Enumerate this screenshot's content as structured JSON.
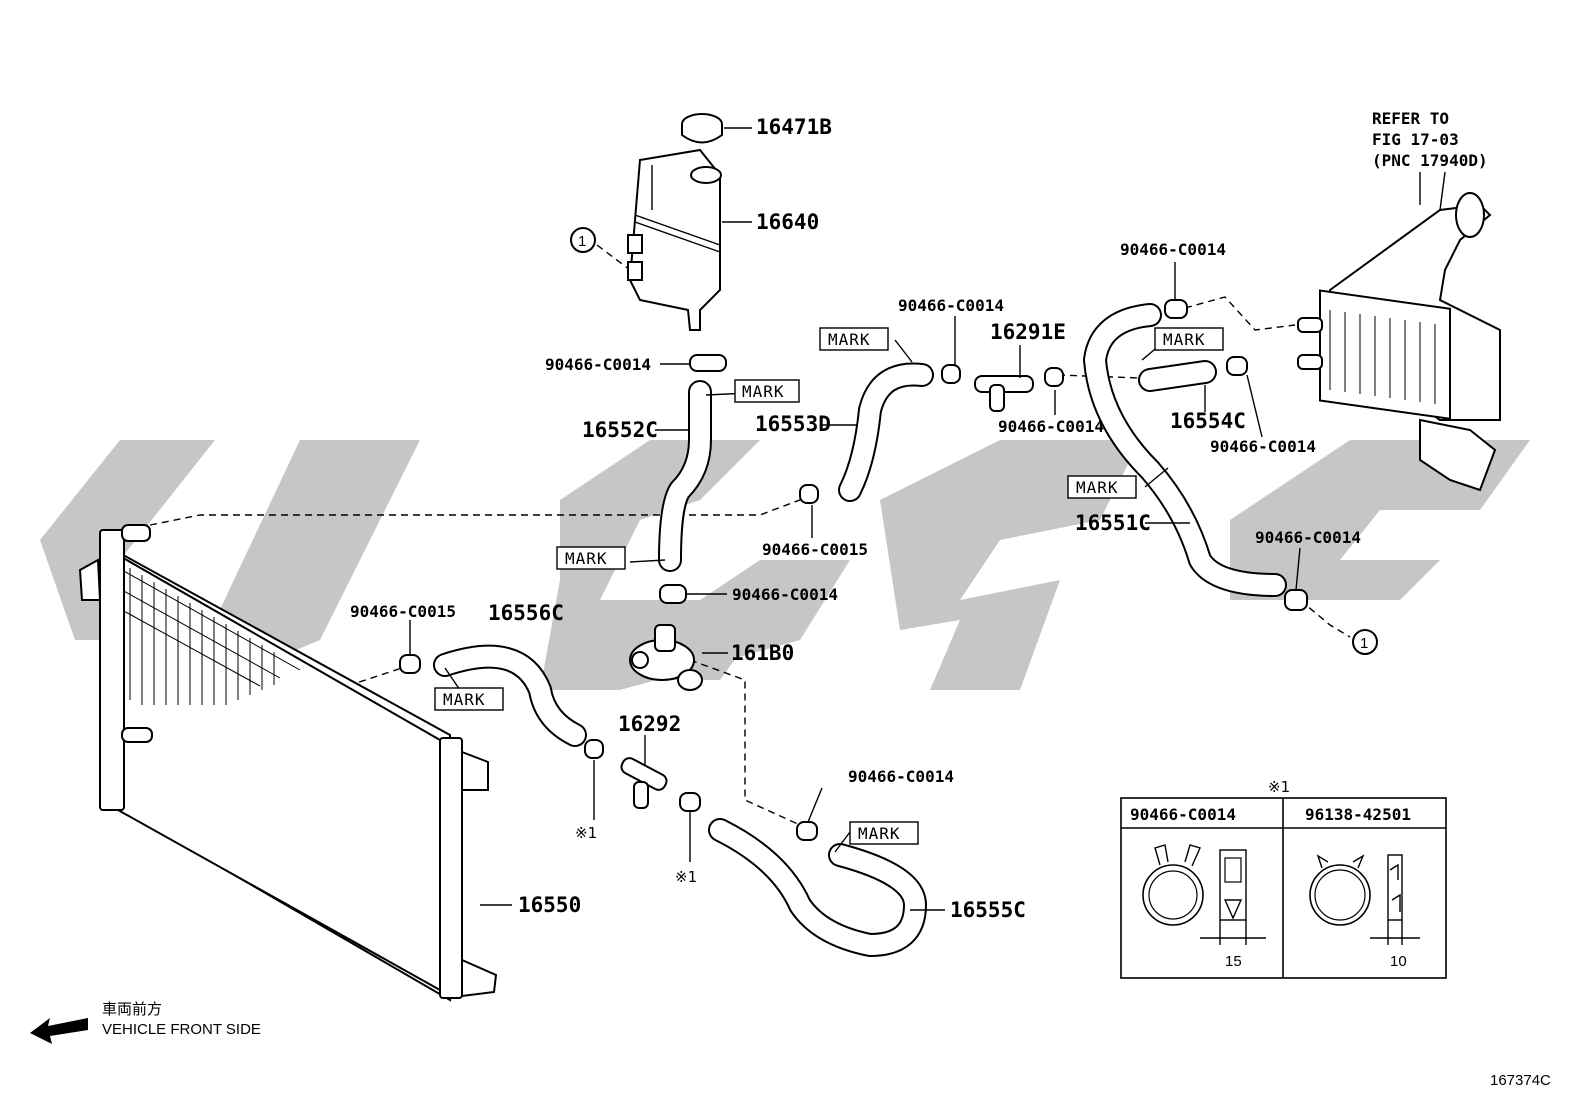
{
  "labels": {
    "cap": "16471B",
    "reservoir": "16640",
    "ref_line1": "REFER TO",
    "ref_line2": "FIG 17-03",
    "ref_line3": "(PNC 17940D)",
    "clamp_res": "90466-C0014",
    "hose_c": "16552C",
    "hose_d": "16553D",
    "clamp_top_mid": "90466-C0014",
    "conn": "16291E",
    "clamp_top_right": "90466-C0014",
    "clamp_mid_right": "90466-C0014",
    "hose_e": "16554C",
    "clamp_far_right": "90466-C0014",
    "hose_main": "16551C",
    "clamp_end": "90466-C0014",
    "clamp_c15_upper": "90466-C0015",
    "clamp_pump_top": "90466-C0014",
    "pump": "161B0",
    "clamp_c15_left": "90466-C0015",
    "hose_f": "16556C",
    "tee": "16292",
    "clamp_pump_low": "90466-C0014",
    "hose_g": "16555C",
    "radiator": "16550",
    "note1": "※1",
    "note2": "※1",
    "circle_left": "1",
    "circle_right": "1",
    "front_jp": "車両前方",
    "front_en": "VEHICLE FRONT SIDE",
    "fig_id": "167374C"
  },
  "mark": "MARK",
  "legend": {
    "note": "※1",
    "col1_header": "90466-C0014",
    "col2_header": "96138-42501",
    "col1_dim": "15",
    "col2_dim": "10"
  }
}
